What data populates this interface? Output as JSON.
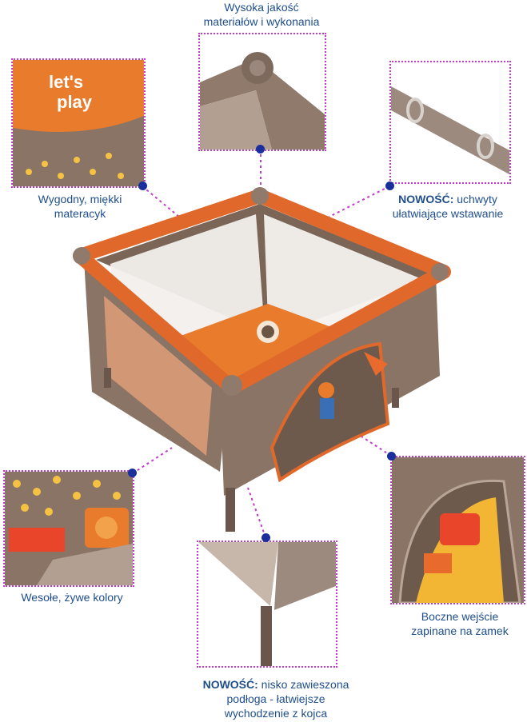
{
  "captions": {
    "quality": "Wysoka jakość\nmateriałów i wykonania",
    "mattress": "Wygodny, miękki\nmateracyk",
    "handles_prefix": "NOWOŚĆ:",
    "handles_text": " uchwyty\nułatwiające wstawanie",
    "colors": "Wesołe, żywe kolory",
    "side_entry": "Boczne wejście\nzapinane na zamek",
    "floor_prefix": "NOWOŚĆ:",
    "floor_text": " nisko zawieszona\npodłoga - łatwiejsze\nwychodzenie z kojca"
  },
  "mattress_print": "let's\nplay",
  "colors": {
    "accent_dotted": "#c23ac9",
    "dot": "#1b2f9c",
    "text": "#1f4e8c",
    "frame_orange": "#e0682a",
    "fabric_brown": "#8a7466",
    "mattress_orange": "#e87b2c"
  }
}
